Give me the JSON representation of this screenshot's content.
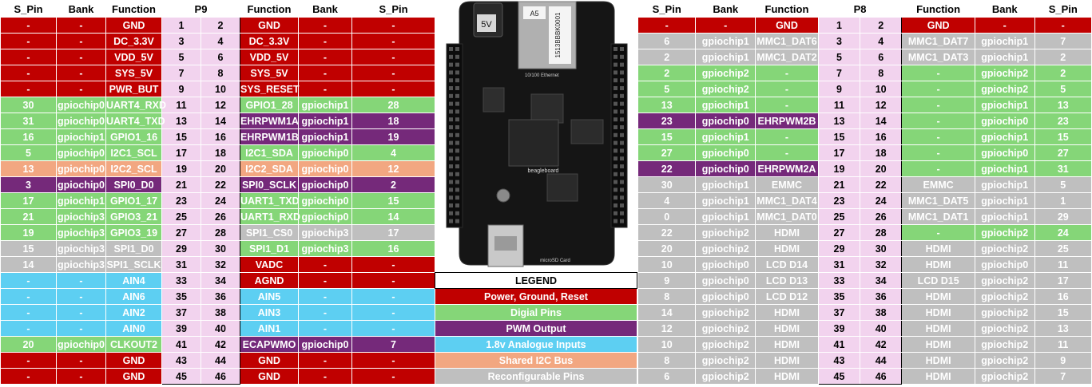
{
  "headers": {
    "left": [
      "S_Pin",
      "Bank",
      "Function",
      "P9",
      "Function",
      "Bank",
      "S_Pin"
    ],
    "right": [
      "S_Pin",
      "Bank",
      "Function",
      "P8",
      "Function",
      "Bank",
      "S_Pin"
    ]
  },
  "p9_rows": [
    {
      "l": [
        "-",
        "-",
        "GND"
      ],
      "lc": "cr",
      "p1": "1",
      "p2": "2",
      "r": [
        "GND",
        "-",
        "-"
      ],
      "rc": "cr"
    },
    {
      "l": [
        "-",
        "-",
        "DC_3.3V"
      ],
      "lc": "cr",
      "p1": "3",
      "p2": "4",
      "r": [
        "DC_3.3V",
        "-",
        "-"
      ],
      "rc": "cr"
    },
    {
      "l": [
        "-",
        "-",
        "VDD_5V"
      ],
      "lc": "cr",
      "p1": "5",
      "p2": "6",
      "r": [
        "VDD_5V",
        "-",
        "-"
      ],
      "rc": "cr"
    },
    {
      "l": [
        "-",
        "-",
        "SYS_5V"
      ],
      "lc": "cr",
      "p1": "7",
      "p2": "8",
      "r": [
        "SYS_5V",
        "-",
        "-"
      ],
      "rc": "cr"
    },
    {
      "l": [
        "-",
        "-",
        "PWR_BUT"
      ],
      "lc": "cr",
      "p1": "9",
      "p2": "10",
      "r": [
        "SYS_RESET",
        "-",
        "-"
      ],
      "rc": "cr"
    },
    {
      "l": [
        "30",
        "gpiochip0",
        "UART4_RXD"
      ],
      "lc": "cd",
      "p1": "11",
      "p2": "12",
      "r": [
        "GPIO1_28",
        "gpiochip1",
        "28"
      ],
      "rc": "cd"
    },
    {
      "l": [
        "31",
        "gpiochip0",
        "UART4_TXD"
      ],
      "lc": "cd",
      "p1": "13",
      "p2": "14",
      "r": [
        "EHRPWM1A",
        "gpiochip1",
        "18"
      ],
      "rc": "cp"
    },
    {
      "l": [
        "16",
        "gpiochip1",
        "GPIO1_16"
      ],
      "lc": "cd",
      "p1": "15",
      "p2": "16",
      "r": [
        "EHRPWM1B",
        "gpiochip1",
        "19"
      ],
      "rc": "cp"
    },
    {
      "l": [
        "5",
        "gpiochip0",
        "I2C1_SCL"
      ],
      "lc": "cd",
      "p1": "17",
      "p2": "18",
      "r": [
        "I2C1_SDA",
        "gpiochip0",
        "4"
      ],
      "rc": "cd"
    },
    {
      "l": [
        "13",
        "gpiochip0",
        "I2C2_SCL"
      ],
      "lc": "cs",
      "p1": "19",
      "p2": "20",
      "r": [
        "I2C2_SDA",
        "gpiochip0",
        "12"
      ],
      "rc": "cs"
    },
    {
      "l": [
        "3",
        "gpiochip0",
        "SPI0_D0"
      ],
      "lc": "cp",
      "p1": "21",
      "p2": "22",
      "r": [
        "SPI0_SCLK",
        "gpiochip0",
        "2"
      ],
      "rc": "cp"
    },
    {
      "l": [
        "17",
        "gpiochip1",
        "GPIO1_17"
      ],
      "lc": "cd",
      "p1": "23",
      "p2": "24",
      "r": [
        "UART1_TXD",
        "gpiochip0",
        "15"
      ],
      "rc": "cd"
    },
    {
      "l": [
        "21",
        "gpiochip3",
        "GPIO3_21"
      ],
      "lc": "cd",
      "p1": "25",
      "p2": "26",
      "r": [
        "UART1_RXD",
        "gpiochip0",
        "14"
      ],
      "rc": "cd"
    },
    {
      "l": [
        "19",
        "gpiochip3",
        "GPIO3_19"
      ],
      "lc": "cd",
      "p1": "27",
      "p2": "28",
      "r": [
        "SPI1_CS0",
        "gpiochip3",
        "17"
      ],
      "rc": "cg"
    },
    {
      "l": [
        "15",
        "gpiochip3",
        "SPI1_D0"
      ],
      "lc": "cg",
      "p1": "29",
      "p2": "30",
      "r": [
        "SPI1_D1",
        "gpiochip3",
        "16"
      ],
      "rc": "cd"
    },
    {
      "l": [
        "14",
        "gpiochip3",
        "SPI1_SCLK"
      ],
      "lc": "cg",
      "p1": "31",
      "p2": "32",
      "r": [
        "VADC",
        "-",
        "-"
      ],
      "rc": "cr"
    },
    {
      "l": [
        "-",
        "-",
        "AIN4"
      ],
      "lc": "ca",
      "p1": "33",
      "p2": "34",
      "r": [
        "AGND",
        "-",
        "-"
      ],
      "rc": "cr"
    },
    {
      "l": [
        "-",
        "-",
        "AIN6"
      ],
      "lc": "ca",
      "p1": "35",
      "p2": "36",
      "r": [
        "AIN5",
        "-",
        "-"
      ],
      "rc": "ca"
    },
    {
      "l": [
        "-",
        "-",
        "AIN2"
      ],
      "lc": "ca",
      "p1": "37",
      "p2": "38",
      "r": [
        "AIN3",
        "-",
        "-"
      ],
      "rc": "ca"
    },
    {
      "l": [
        "-",
        "-",
        "AIN0"
      ],
      "lc": "ca",
      "p1": "39",
      "p2": "40",
      "r": [
        "AIN1",
        "-",
        "-"
      ],
      "rc": "ca"
    },
    {
      "l": [
        "20",
        "gpiochip0",
        "CLKOUT2"
      ],
      "lc": "cd",
      "p1": "41",
      "p2": "42",
      "r": [
        "ECAPWMO",
        "gpiochip0",
        "7"
      ],
      "rc": "cp"
    },
    {
      "l": [
        "-",
        "-",
        "GND"
      ],
      "lc": "cr",
      "p1": "43",
      "p2": "44",
      "r": [
        "GND",
        "-",
        "-"
      ],
      "rc": "cr"
    },
    {
      "l": [
        "-",
        "-",
        "GND"
      ],
      "lc": "cr",
      "p1": "45",
      "p2": "46",
      "r": [
        "GND",
        "-",
        "-"
      ],
      "rc": "cr"
    }
  ],
  "p8_rows": [
    {
      "l": [
        "-",
        "-",
        "GND"
      ],
      "lc": "cr",
      "p1": "1",
      "p2": "2",
      "r": [
        "GND",
        "-",
        "-"
      ],
      "rc": "cr"
    },
    {
      "l": [
        "6",
        "gpiochip1",
        "MMC1_DAT6"
      ],
      "lc": "cg",
      "p1": "3",
      "p2": "4",
      "r": [
        "MMC1_DAT7",
        "gpiochip1",
        "7"
      ],
      "rc": "cg"
    },
    {
      "l": [
        "2",
        "gpiochip1",
        "MMC1_DAT2"
      ],
      "lc": "cg",
      "p1": "5",
      "p2": "6",
      "r": [
        "MMC1_DAT3",
        "gpiochip1",
        "2"
      ],
      "rc": "cg"
    },
    {
      "l": [
        "2",
        "gpiochip2",
        "-"
      ],
      "lc": "cd",
      "p1": "7",
      "p2": "8",
      "r": [
        "-",
        "gpiochip2",
        "2"
      ],
      "rc": "cd"
    },
    {
      "l": [
        "5",
        "gpiochip2",
        "-"
      ],
      "lc": "cd",
      "p1": "9",
      "p2": "10",
      "r": [
        "-",
        "gpiochip2",
        "5"
      ],
      "rc": "cd"
    },
    {
      "l": [
        "13",
        "gpiochip1",
        "-"
      ],
      "lc": "cd",
      "p1": "11",
      "p2": "12",
      "r": [
        "-",
        "gpiochip1",
        "13"
      ],
      "rc": "cd"
    },
    {
      "l": [
        "23",
        "gpiochip0",
        "EHRPWM2B"
      ],
      "lc": "cp",
      "p1": "13",
      "p2": "14",
      "r": [
        "-",
        "gpiochip0",
        "23"
      ],
      "rc": "cd"
    },
    {
      "l": [
        "15",
        "gpiochip1",
        "-"
      ],
      "lc": "cd",
      "p1": "15",
      "p2": "16",
      "r": [
        "-",
        "gpiochip1",
        "15"
      ],
      "rc": "cd"
    },
    {
      "l": [
        "27",
        "gpiochip0",
        "-"
      ],
      "lc": "cd",
      "p1": "17",
      "p2": "18",
      "r": [
        "-",
        "gpiochip0",
        "27"
      ],
      "rc": "cd"
    },
    {
      "l": [
        "22",
        "gpiochip0",
        "EHRPWM2A"
      ],
      "lc": "cp",
      "p1": "19",
      "p2": "20",
      "r": [
        "-",
        "gpiochip1",
        "31"
      ],
      "rc": "cd"
    },
    {
      "l": [
        "30",
        "gpiochip1",
        "EMMC"
      ],
      "lc": "cg",
      "p1": "21",
      "p2": "22",
      "r": [
        "EMMC",
        "gpiochip1",
        "5"
      ],
      "rc": "cg"
    },
    {
      "l": [
        "4",
        "gpiochip1",
        "MMC1_DAT4"
      ],
      "lc": "cg",
      "p1": "23",
      "p2": "24",
      "r": [
        "MMC1_DAT5",
        "gpiochip1",
        "1"
      ],
      "rc": "cg"
    },
    {
      "l": [
        "0",
        "gpiochip1",
        "MMC1_DAT0"
      ],
      "lc": "cg",
      "p1": "25",
      "p2": "26",
      "r": [
        "MMC1_DAT1",
        "gpiochip1",
        "29"
      ],
      "rc": "cg"
    },
    {
      "l": [
        "22",
        "gpiochip2",
        "HDMI"
      ],
      "lc": "cg",
      "p1": "27",
      "p2": "28",
      "r": [
        "-",
        "gpiochip2",
        "24"
      ],
      "rc": "cd"
    },
    {
      "l": [
        "20",
        "gpiochip2",
        "HDMI"
      ],
      "lc": "cg",
      "p1": "29",
      "p2": "30",
      "r": [
        "HDMI",
        "gpiochip2",
        "25"
      ],
      "rc": "cg"
    },
    {
      "l": [
        "10",
        "gpiochip0",
        "LCD D14"
      ],
      "lc": "cg",
      "p1": "31",
      "p2": "32",
      "r": [
        "HDMI",
        "gpiochip0",
        "11"
      ],
      "rc": "cg"
    },
    {
      "l": [
        "9",
        "gpiochip0",
        "LCD D13"
      ],
      "lc": "cg",
      "p1": "33",
      "p2": "34",
      "r": [
        "LCD D15",
        "gpiochip2",
        "17"
      ],
      "rc": "cg"
    },
    {
      "l": [
        "8",
        "gpiochip0",
        "LCD D12"
      ],
      "lc": "cg",
      "p1": "35",
      "p2": "36",
      "r": [
        "HDMI",
        "gpiochip2",
        "16"
      ],
      "rc": "cg"
    },
    {
      "l": [
        "14",
        "gpiochip2",
        "HDMI"
      ],
      "lc": "cg",
      "p1": "37",
      "p2": "38",
      "r": [
        "HDMI",
        "gpiochip2",
        "15"
      ],
      "rc": "cg"
    },
    {
      "l": [
        "12",
        "gpiochip2",
        "HDMI"
      ],
      "lc": "cg",
      "p1": "39",
      "p2": "40",
      "r": [
        "HDMI",
        "gpiochip2",
        "13"
      ],
      "rc": "cg"
    },
    {
      "l": [
        "10",
        "gpiochip2",
        "HDMI"
      ],
      "lc": "cg",
      "p1": "41",
      "p2": "42",
      "r": [
        "HDMI",
        "gpiochip2",
        "11"
      ],
      "rc": "cg"
    },
    {
      "l": [
        "8",
        "gpiochip2",
        "HDMI"
      ],
      "lc": "cg",
      "p1": "43",
      "p2": "44",
      "r": [
        "HDMI",
        "gpiochip2",
        "9"
      ],
      "rc": "cg"
    },
    {
      "l": [
        "6",
        "gpiochip2",
        "HDMI"
      ],
      "lc": "cg",
      "p1": "45",
      "p2": "46",
      "r": [
        "HDMI",
        "gpiochip2",
        "7"
      ],
      "rc": "cg"
    }
  ],
  "board": {
    "power_label": "5V",
    "eth_sticker": "A5",
    "serial": "1513BBBK0001",
    "eth_label": "10/100 Ethernet",
    "brand": "beagleboard",
    "sd_label": "microSD Card"
  },
  "legend": {
    "title": "LEGEND",
    "items": [
      {
        "label": "Power, Ground, Reset",
        "cls": "cr"
      },
      {
        "label": "Digial Pins",
        "cls": "cd"
      },
      {
        "label": "PWM Output",
        "cls": "cp"
      },
      {
        "label": "1.8v Analogue Inputs",
        "cls": "ca"
      },
      {
        "label": "Shared I2C Bus",
        "cls": "cs"
      },
      {
        "label": "Reconfigurable Pins",
        "cls": "cg"
      }
    ]
  },
  "colors": {
    "power": "#c00000",
    "digital": "#85d678",
    "pwm": "#75297a",
    "analog": "#5dcff2",
    "i2c": "#f2a781",
    "reconfig": "#bfbfbf",
    "pin": "#f2d3ee"
  }
}
